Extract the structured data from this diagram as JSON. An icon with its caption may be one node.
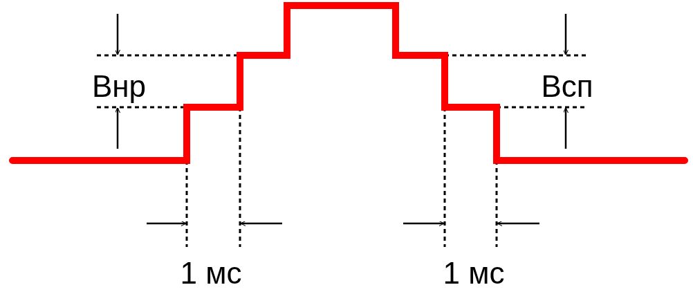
{
  "diagram": {
    "labels": [
      "Внр",
      "Всп",
      "1 мс",
      "1 мс"
    ]
  }
}
